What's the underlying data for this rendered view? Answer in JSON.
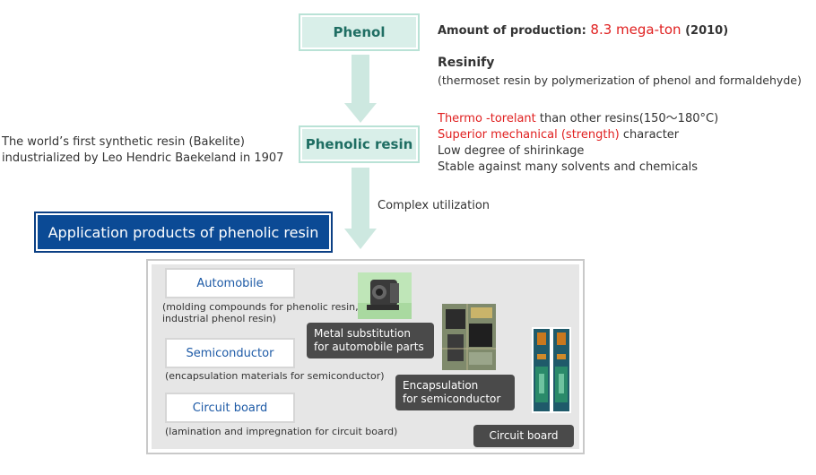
{
  "nodes": {
    "phenol": "Phenol",
    "phenolic_resin": "Phenolic resin"
  },
  "production": {
    "label": "Amount of production: ",
    "value": "8.3 mega-ton",
    "year": " (2010)"
  },
  "resinify": {
    "title": "Resinify",
    "subtitle": "(thermoset resin by polymerization of phenol and formaldehyde)"
  },
  "properties": {
    "line1_red": "Thermo -torelant",
    "line1_rest": " than other resins(150～180°C)",
    "line2_red": "Superior mechanical (strength)",
    "line2_rest": " character",
    "line3": "Low degree of shirinkage",
    "line4": "Stable against many solvents and chemicals"
  },
  "bakelite": {
    "line1": "The world’s first synthetic resin (Bakelite)",
    "line2": "industrialized by Leo Hendric Baekeland in 1907"
  },
  "complex_utilization": "Complex utilization",
  "application_title": "Application products of phenolic resin",
  "categories": [
    {
      "label": "Automobile",
      "desc1": "(molding compounds for phenolic resin,",
      "desc2": "industrial phenol resin)"
    },
    {
      "label": "Semiconductor",
      "desc1": "(encapsulation materials for semiconductor)",
      "desc2": ""
    },
    {
      "label": "Circuit board",
      "desc1": "(lamination and impregnation for circuit board)",
      "desc2": ""
    }
  ],
  "tags": {
    "metal_line1": "Metal substitution",
    "metal_line2": "for automobile parts",
    "encap_line1": "Encapsulation",
    "encap_line2": "for semiconductor",
    "circuit": "Circuit board"
  },
  "colors": {
    "node_fill": "#d9efe9",
    "node_border": "#b9e2d6",
    "arrow": "#cde8e0",
    "highlight": "#e02020",
    "app_title_bg": "#0b4a95",
    "panel_bg": "#e6e6e6"
  }
}
